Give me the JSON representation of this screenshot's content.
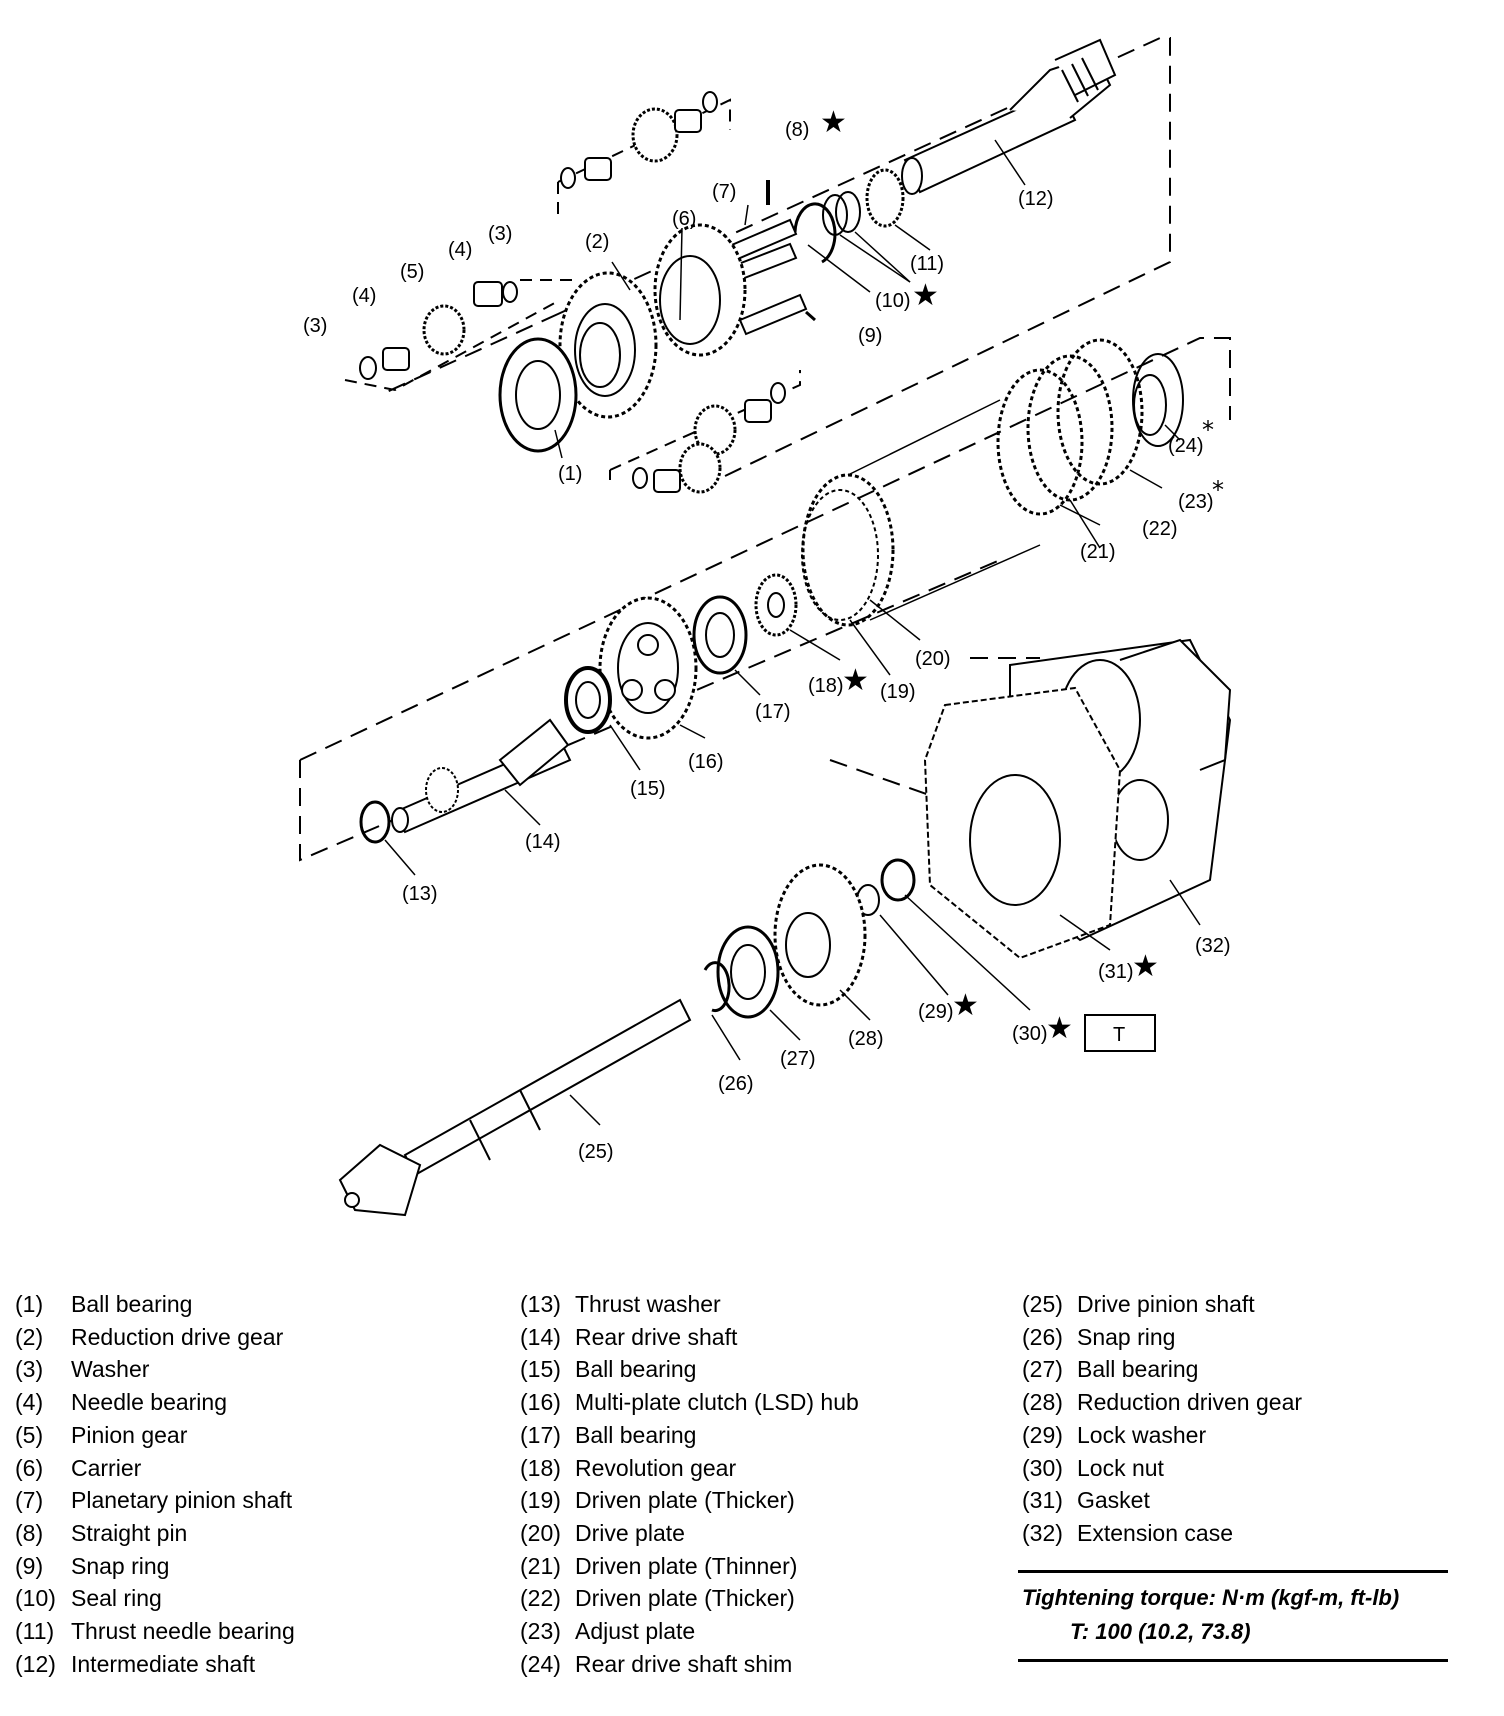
{
  "diagram": {
    "callouts": {
      "c1": "(1)",
      "c2": "(2)",
      "c3a": "(3)",
      "c3b": "(3)",
      "c4a": "(4)",
      "c4b": "(4)",
      "c5": "(5)",
      "c6": "(6)",
      "c7": "(7)",
      "c8": "(8)",
      "c9": "(9)",
      "c10": "(10)",
      "c11": "(11)",
      "c12": "(12)",
      "c13": "(13)",
      "c14": "(14)",
      "c15": "(15)",
      "c16": "(16)",
      "c17": "(17)",
      "c18": "(18)",
      "c19": "(19)",
      "c20": "(20)",
      "c21": "(21)",
      "c22": "(22)",
      "c23": "(23)",
      "c24": "(24)",
      "c25": "(25)",
      "c26": "(26)",
      "c27": "(27)",
      "c28": "(28)",
      "c29": "(29)",
      "c30": "(30)",
      "c31": "(31)",
      "c32": "(32)"
    },
    "star_symbol": "★",
    "asterisk_symbol": "*",
    "torque_symbol": "T"
  },
  "legend": {
    "col1": [
      {
        "num": "(1)",
        "name": "Ball bearing"
      },
      {
        "num": "(2)",
        "name": "Reduction drive gear"
      },
      {
        "num": "(3)",
        "name": "Washer"
      },
      {
        "num": "(4)",
        "name": "Needle bearing"
      },
      {
        "num": "(5)",
        "name": "Pinion gear"
      },
      {
        "num": "(6)",
        "name": "Carrier"
      },
      {
        "num": "(7)",
        "name": "Planetary pinion shaft"
      },
      {
        "num": "(8)",
        "name": "Straight pin"
      },
      {
        "num": "(9)",
        "name": "Snap ring"
      },
      {
        "num": "(10)",
        "name": "Seal ring"
      },
      {
        "num": "(11)",
        "name": "Thrust needle bearing"
      },
      {
        "num": "(12)",
        "name": "Intermediate shaft"
      }
    ],
    "col2": [
      {
        "num": "(13)",
        "name": "Thrust washer"
      },
      {
        "num": "(14)",
        "name": "Rear drive shaft"
      },
      {
        "num": "(15)",
        "name": "Ball bearing"
      },
      {
        "num": "(16)",
        "name": "Multi-plate clutch (LSD) hub"
      },
      {
        "num": "(17)",
        "name": "Ball bearing"
      },
      {
        "num": "(18)",
        "name": "Revolution gear"
      },
      {
        "num": "(19)",
        "name": "Driven plate (Thicker)"
      },
      {
        "num": "(20)",
        "name": "Drive plate"
      },
      {
        "num": "(21)",
        "name": "Driven plate (Thinner)"
      },
      {
        "num": "(22)",
        "name": "Driven plate (Thicker)"
      },
      {
        "num": "(23)",
        "name": "Adjust plate"
      },
      {
        "num": "(24)",
        "name": "Rear drive shaft shim"
      }
    ],
    "col3": [
      {
        "num": "(25)",
        "name": "Drive pinion shaft"
      },
      {
        "num": "(26)",
        "name": "Snap ring"
      },
      {
        "num": "(27)",
        "name": "Ball bearing"
      },
      {
        "num": "(28)",
        "name": "Reduction driven gear"
      },
      {
        "num": "(29)",
        "name": "Lock washer"
      },
      {
        "num": "(30)",
        "name": "Lock nut"
      },
      {
        "num": "(31)",
        "name": "Gasket"
      },
      {
        "num": "(32)",
        "name": "Extension case"
      }
    ]
  },
  "torque": {
    "heading": "Tightening torque: N·m (kgf-m, ft-lb)",
    "value": "T: 100 (10.2, 73.8)"
  }
}
